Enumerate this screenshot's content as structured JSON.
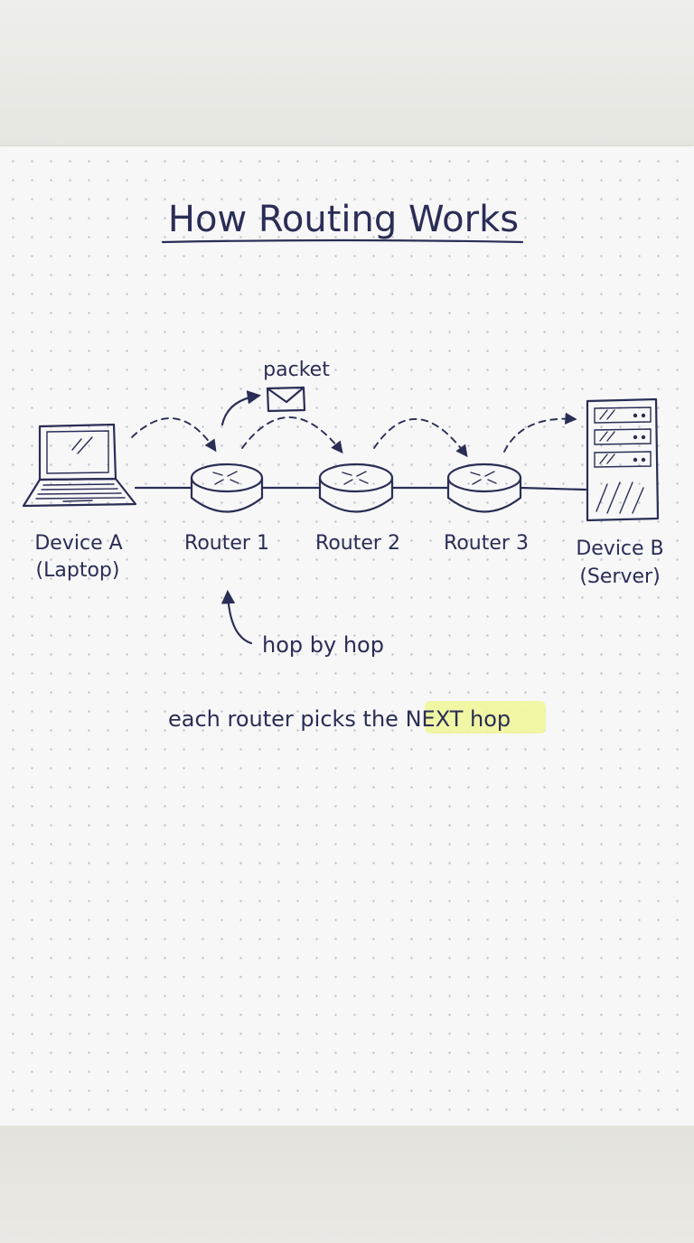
{
  "title": "How Routing Works",
  "packet_label": "packet",
  "nodes": [
    {
      "id": "device-a",
      "line1": "Device A",
      "line2": "(Laptop)"
    },
    {
      "id": "router-1",
      "line1": "Router 1"
    },
    {
      "id": "router-2",
      "line1": "Router 2"
    },
    {
      "id": "router-3",
      "line1": "Router 3"
    },
    {
      "id": "device-b",
      "line1": "Device B",
      "line2": "(Server)"
    }
  ],
  "annotation": "hop by hop",
  "caption": {
    "prefix": "each router picks the",
    "highlight": "NEXT hop"
  },
  "colors": {
    "ink": "#2a2d55",
    "paper": "#f7f7f8",
    "highlighter": "#eef59a"
  }
}
